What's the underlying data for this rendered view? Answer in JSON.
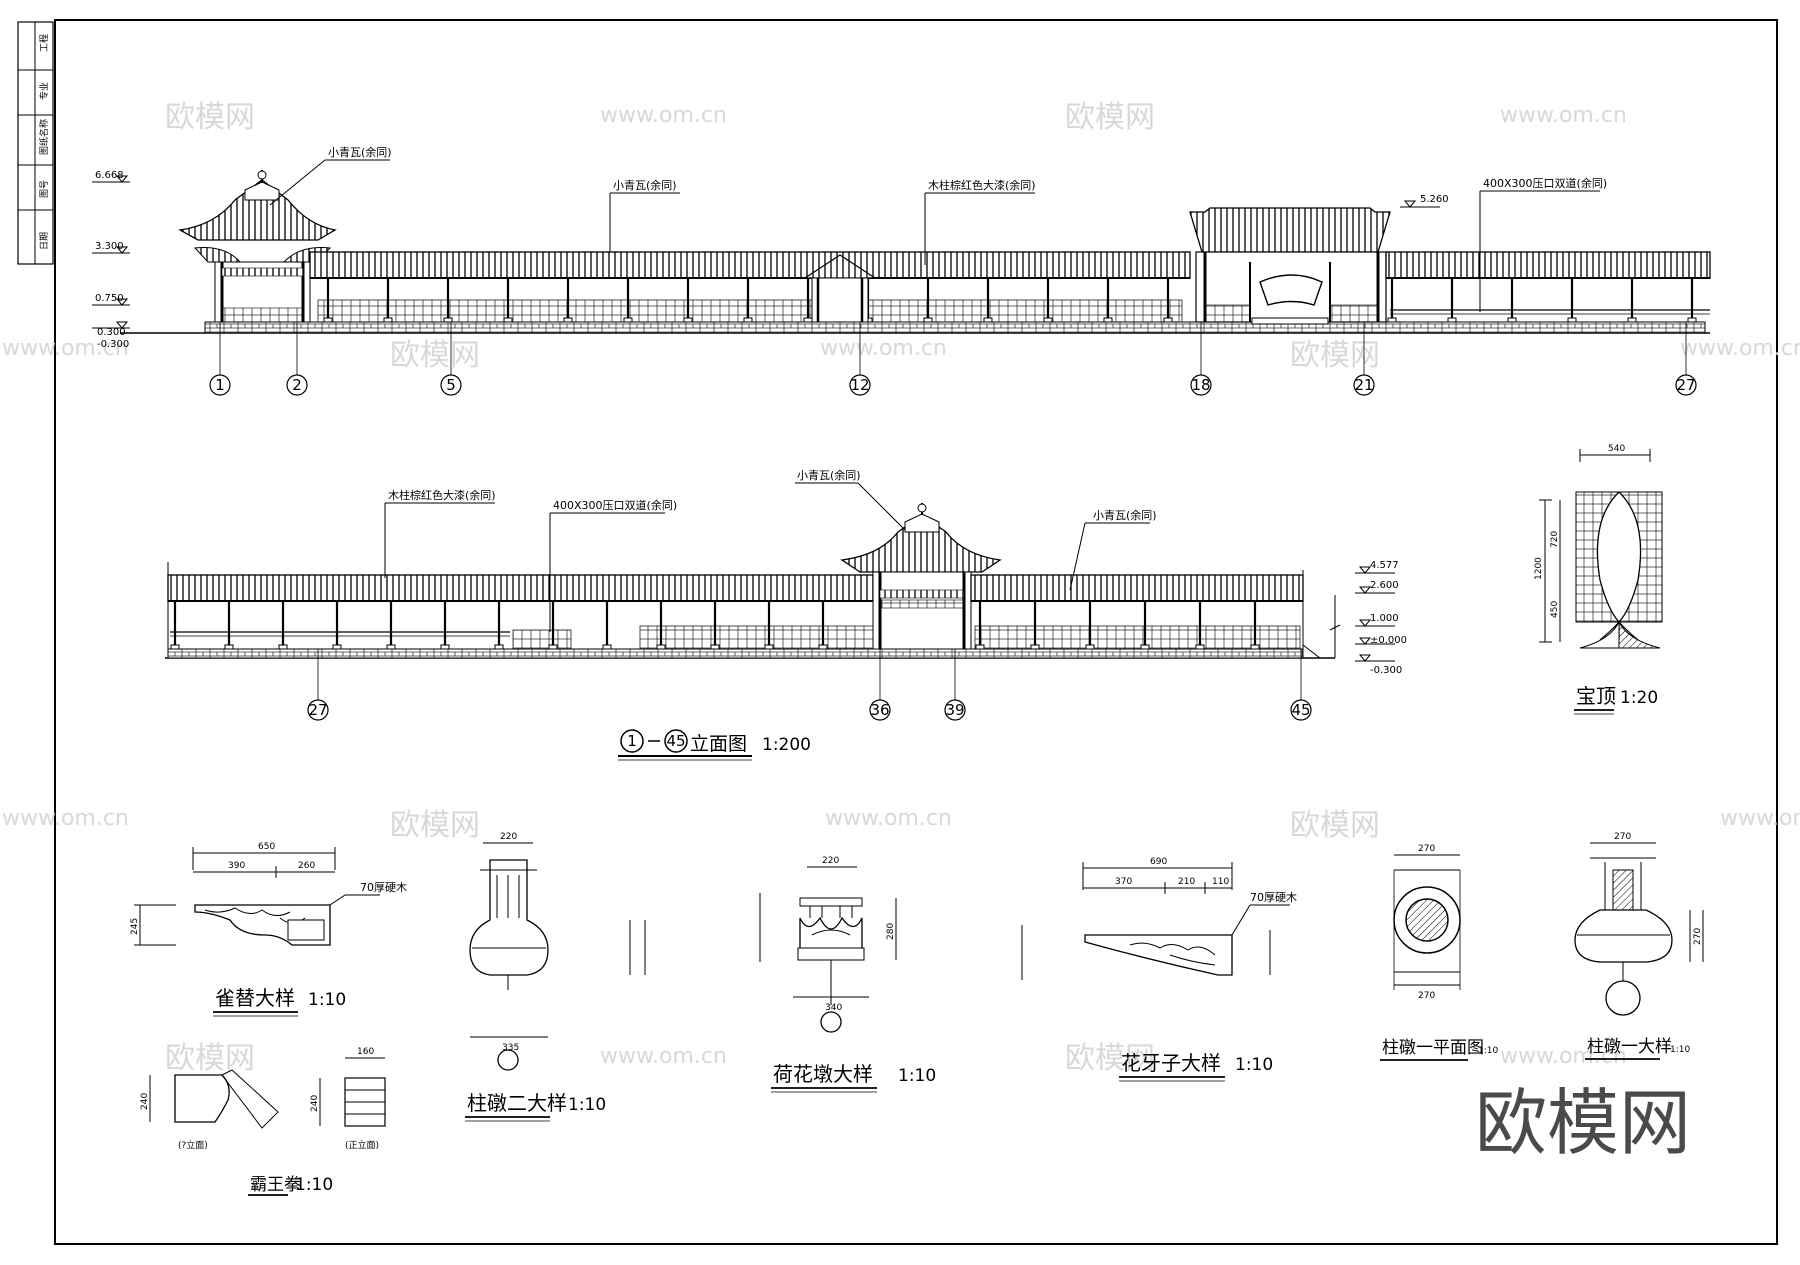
{
  "title_block": {
    "cells": [
      "工程",
      "专业",
      "图纸名称",
      "图号",
      "日期"
    ]
  },
  "elevation_top": {
    "levels": [
      "6.668",
      "3.300",
      "0.750",
      "0.300",
      "-0.300",
      "5.260"
    ],
    "notes": [
      "小青瓦(余同)",
      "小青瓦(余同)",
      "木柱棕红色大漆(余同)",
      "400X300压口双道(余同)"
    ],
    "axes": [
      "1",
      "2",
      "5",
      "12",
      "18",
      "21",
      "27"
    ]
  },
  "elevation_bottom": {
    "levels": [
      "4.577",
      "2.600",
      "1.000",
      "±0.000",
      "-0.300"
    ],
    "notes": [
      "木柱棕红色大漆(余同)",
      "400X300压口双道(余同)",
      "小青瓦(余同)",
      "小青瓦(余同)"
    ],
    "axes": [
      "27",
      "36",
      "39",
      "45"
    ],
    "title_a": "1",
    "title_b": "45",
    "title_text": "立面图",
    "scale": "1:200"
  },
  "baoding": {
    "title": "宝顶",
    "scale": "1:20",
    "dim_top": "540",
    "dim_h1": "720",
    "dim_h2": "450",
    "dim_total": "1200"
  },
  "que_ti": {
    "title": "雀替大样",
    "scale": "1:10",
    "dim_total": "650",
    "dim_a": "390",
    "dim_b": "260",
    "note": "70厚硬木",
    "dim_h": "245"
  },
  "zhu_deng_2": {
    "title": "柱礅二大样",
    "scale": "1:10",
    "dim_top": "220",
    "dim_bottom": "335"
  },
  "he_hua_dun": {
    "title": "荷花墩大样",
    "scale": "1:10",
    "dim_top": "220",
    "dim_bottom": "340",
    "dim_h": "280"
  },
  "hua_ya_zi": {
    "title": "花牙子大样",
    "scale": "1:10",
    "dim_total": "690",
    "dim_a": "370",
    "dim_b": "210",
    "dim_c": "110",
    "note": "70厚硬木"
  },
  "zhu_deng_plan": {
    "title": "柱礅一平面图",
    "scale": "1:10",
    "dim_top": "270",
    "dim_bottom": "270"
  },
  "zhu_deng_1": {
    "title": "柱礅一大样",
    "scale": "1:10",
    "dim_top": "270",
    "dim_h": "270"
  },
  "ba_wang_quan": {
    "title": "霸王拳",
    "scale": "1:10",
    "view_a": "(?立面)",
    "view_b": "(正立面)",
    "dim_w": "160",
    "dim_h": "240",
    "dim_h2": "240"
  },
  "watermarks": {
    "cn": "欧模网",
    "url": "www.om.cn"
  },
  "brand": "欧模网"
}
